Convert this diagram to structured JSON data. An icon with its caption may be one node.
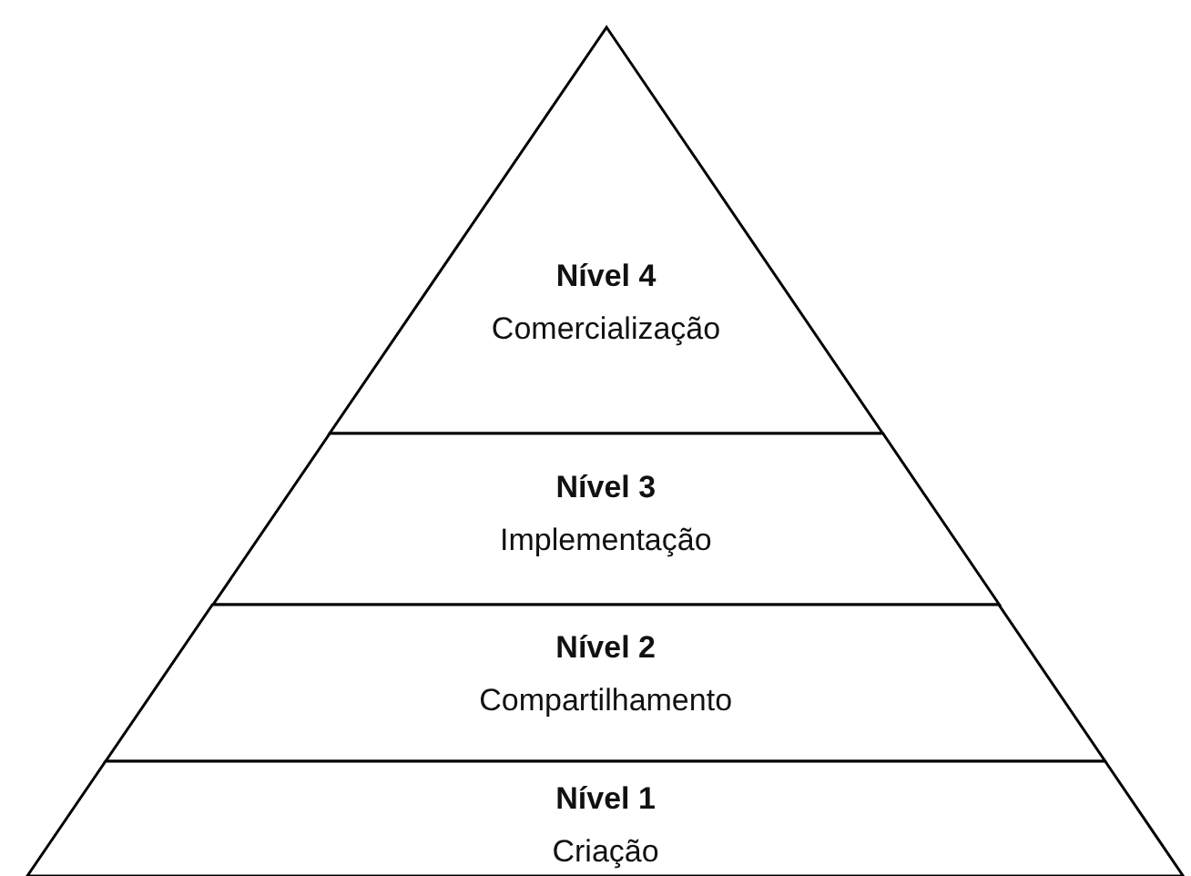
{
  "diagram": {
    "nodes": [
      {
        "text": [
          "Nível 4",
          "Comercialização"
        ]
      },
      {
        "text": [
          "Nível 3",
          "Implementação"
        ]
      },
      {
        "text": [
          "Nível 2",
          "Compartilhamento"
        ]
      },
      {
        "text": [
          "Nível 1",
          "Criação"
        ]
      }
    ]
  }
}
